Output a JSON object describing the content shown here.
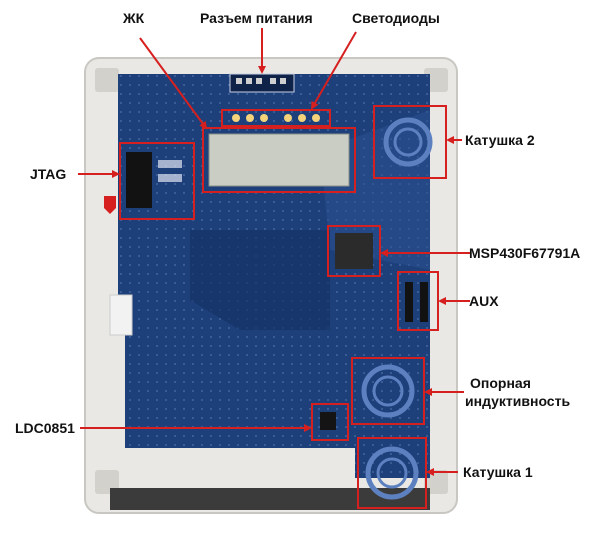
{
  "colors": {
    "callout": "#d6201f",
    "board": "#1d3f7a",
    "board_dark": "#163466",
    "enclosure": "#e9e8e4",
    "lcd": "#c9cdc4"
  },
  "icons": [
    "ti-logo-icon"
  ],
  "labels": {
    "lcd": "ЖК",
    "power_connector": "Разъем питания",
    "leds": "Светодиоды",
    "jtag": "JTAG",
    "coil2": "Катушка 2",
    "mcu": "MSP430F67791A",
    "aux": "AUX",
    "reference_inductance_line1": "Опорная",
    "reference_inductance_line2": "индуктивность",
    "ldc": "LDC0851",
    "coil1": "Катушка 1"
  }
}
